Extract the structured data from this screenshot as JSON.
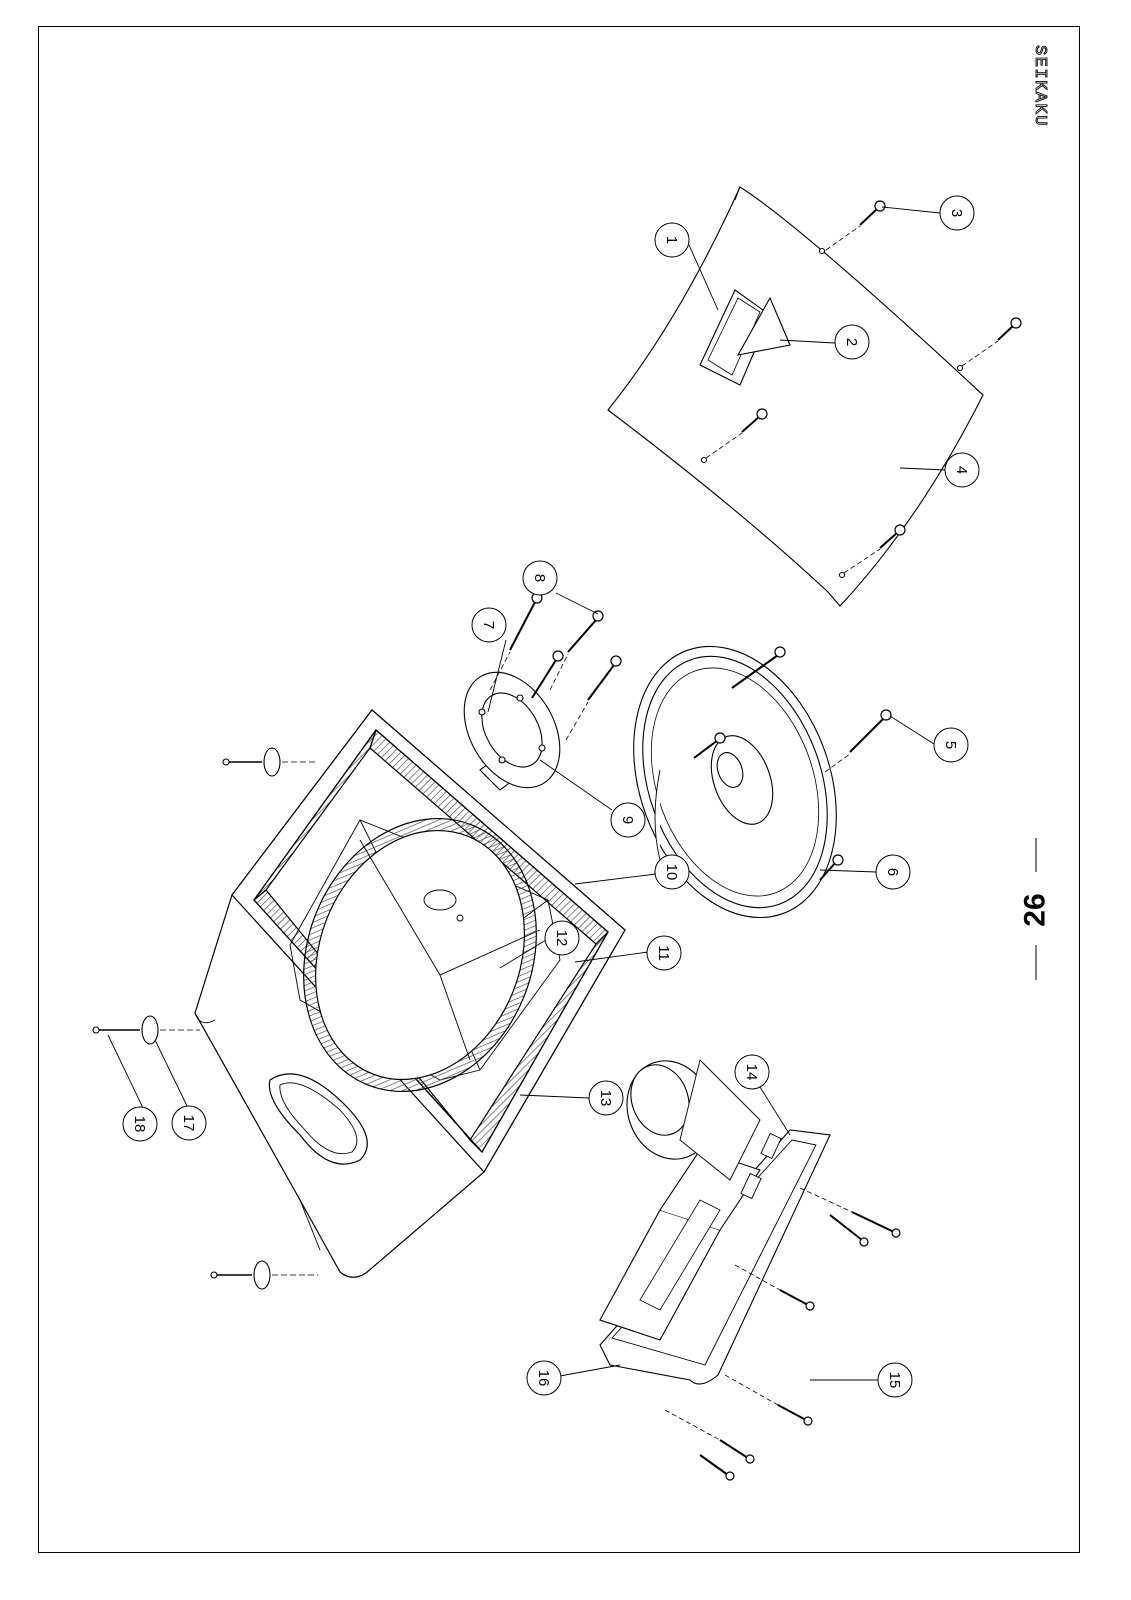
{
  "brand": "SEIKAKU",
  "page_number": "26",
  "callouts": [
    {
      "id": "1",
      "label": "1"
    },
    {
      "id": "2",
      "label": "2"
    },
    {
      "id": "3",
      "label": "3"
    },
    {
      "id": "4",
      "label": "4"
    },
    {
      "id": "5",
      "label": "5"
    },
    {
      "id": "6",
      "label": "6"
    },
    {
      "id": "7",
      "label": "7"
    },
    {
      "id": "8",
      "label": "8"
    },
    {
      "id": "9",
      "label": "9"
    },
    {
      "id": "10",
      "label": "10"
    },
    {
      "id": "11",
      "label": "11"
    },
    {
      "id": "12",
      "label": "12"
    },
    {
      "id": "13",
      "label": "13"
    },
    {
      "id": "14",
      "label": "14"
    },
    {
      "id": "15",
      "label": "15"
    },
    {
      "id": "16",
      "label": "16"
    },
    {
      "id": "17",
      "label": "17"
    },
    {
      "id": "18",
      "label": "18"
    }
  ],
  "colors": {
    "line": "#000000",
    "background": "#ffffff",
    "hatch": "#444444"
  }
}
